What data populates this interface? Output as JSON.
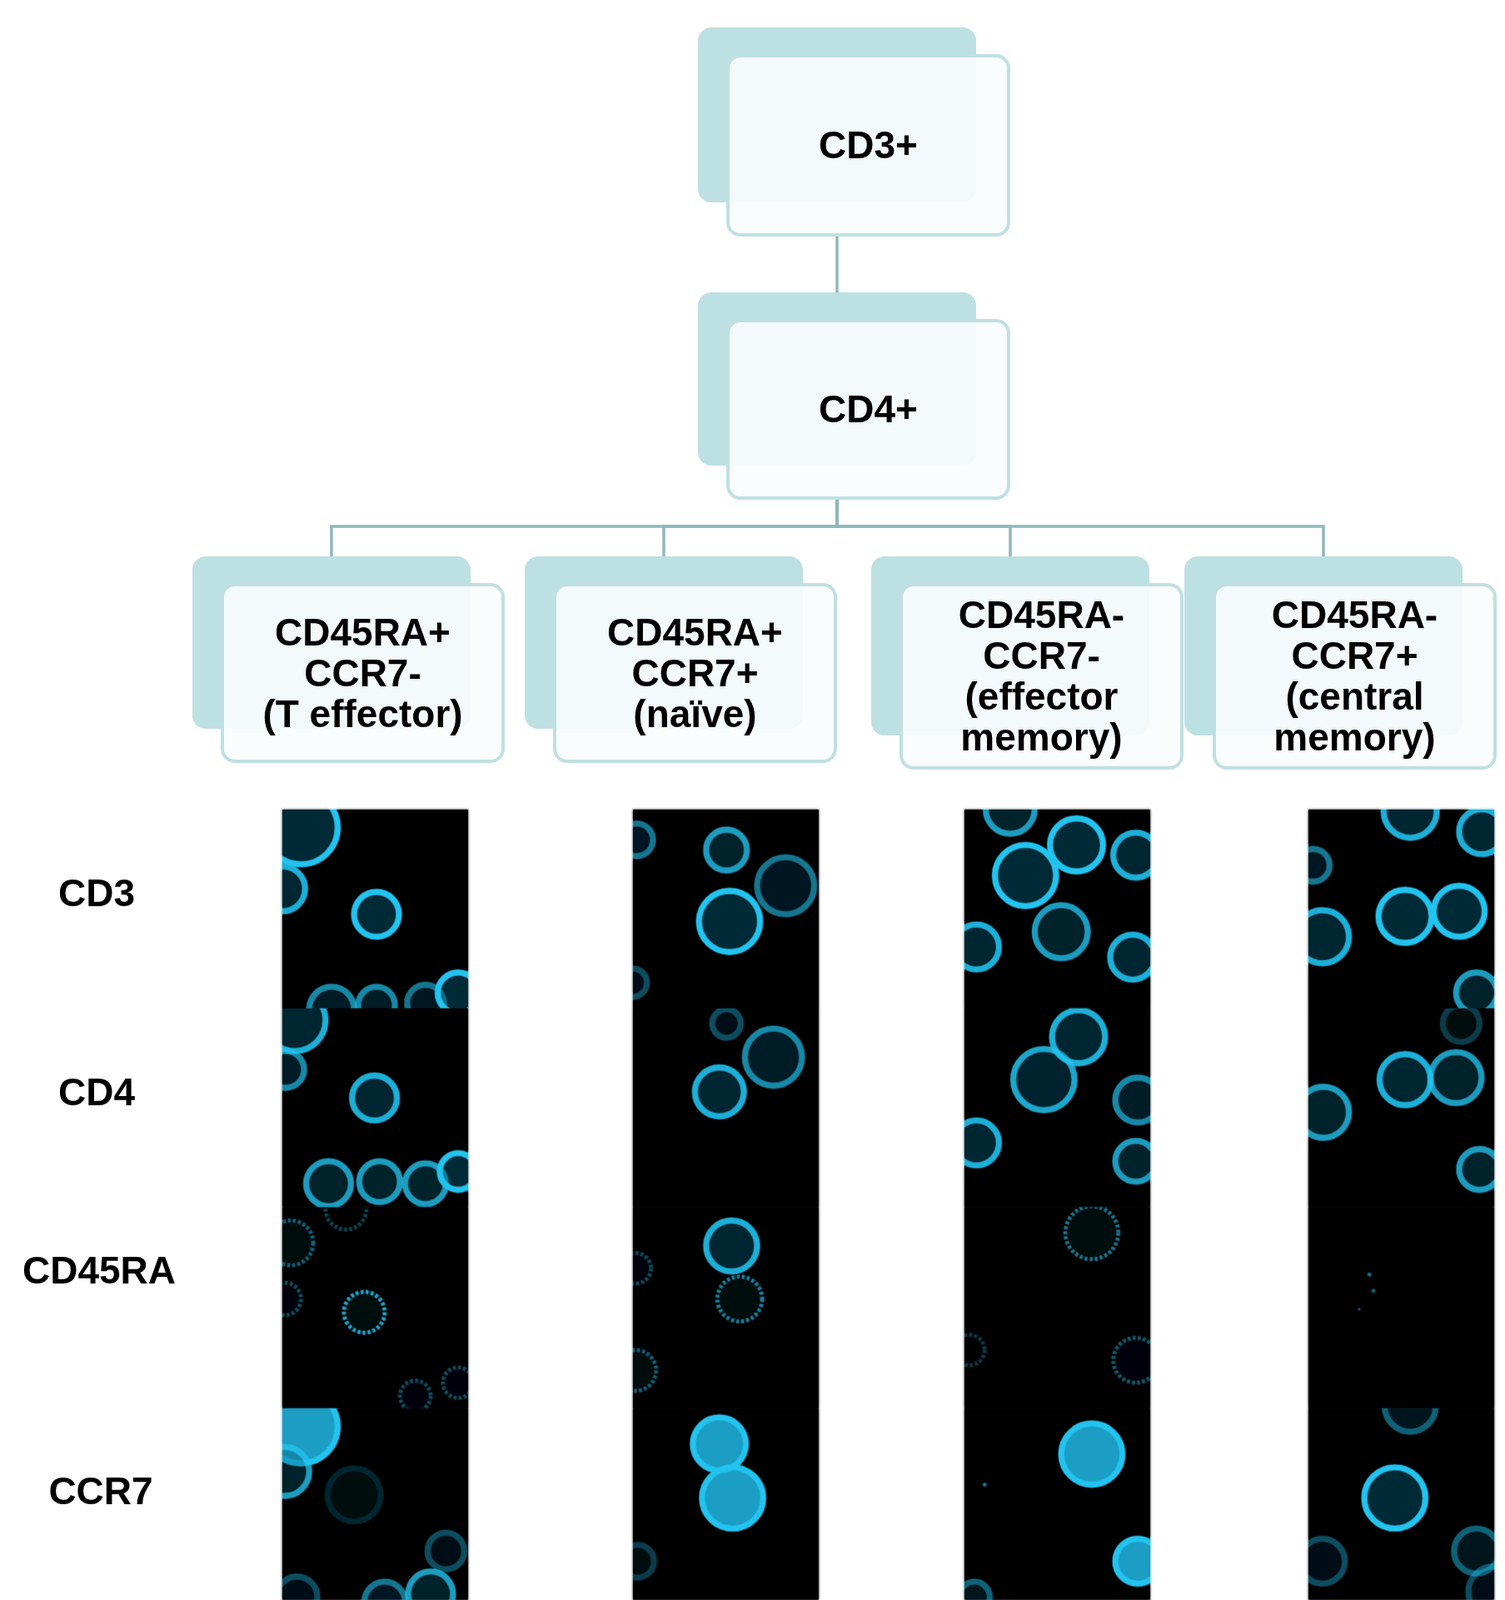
{
  "diagram": {
    "nodes": [
      {
        "text": [
          "CD3+"
        ]
      },
      {
        "text": [
          "CD4+"
        ]
      },
      {
        "text": [
          "CD45RA+ CCR7- (T effector)"
        ]
      },
      {
        "text": [
          "CD45RA+ CCR7+ (naïve)"
        ]
      },
      {
        "text": [
          "CD45RA- CCR7- (effector memory)"
        ]
      },
      {
        "text": [
          "CD45RA- CCR7+ (central memory)"
        ]
      }
    ],
    "edges": [
      {
        "from": 0,
        "to": 1,
        "arrow": "none"
      },
      {
        "from": 1,
        "to": 2,
        "arrow": "none"
      },
      {
        "from": 1,
        "to": 3,
        "arrow": "none"
      },
      {
        "from": 1,
        "to": 4,
        "arrow": "none"
      },
      {
        "from": 1,
        "to": 5,
        "arrow": "none"
      }
    ],
    "labels": [
      "CD3",
      "CD4",
      "CD45RA",
      "CCR7"
    ]
  }
}
